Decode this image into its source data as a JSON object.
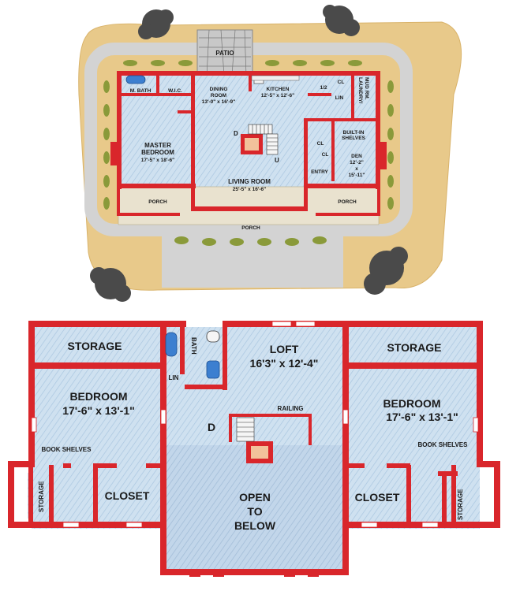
{
  "main_floor": {
    "patio": "PATIO",
    "m_bath": "M. BATH",
    "wic": "W.I.C.",
    "dining_room": "DINING",
    "dining_room_2": "ROOM",
    "dining_dims": "13'-0\" x 16'-9\"",
    "kitchen": "KITCHEN",
    "kitchen_dims": "12'-5\" x 12'-6\"",
    "half_bath": "1/2",
    "cl": "CL",
    "lin": "LIN",
    "laundry": "LAUNDRY/",
    "mud_rm": "MUD RM.",
    "built_in_shelves_1": "BUILT-IN",
    "built_in_shelves_2": "SHELVES",
    "master_bedroom_1": "MASTER",
    "master_bedroom_2": "BEDROOM",
    "master_dims": "17'-5\" x 18'-6\"",
    "stair_d": "D",
    "stair_u": "U",
    "living_room": "LIVING ROOM",
    "living_dims": "25'-5\" x 16'-6\"",
    "entry": "ENTRY",
    "den": "DEN",
    "den_dims_1": "12'-2\"",
    "den_dims_2": "x",
    "den_dims_3": "15'-11\"",
    "porch_left": "PORCH",
    "porch_right": "PORCH",
    "porch_front": "PORCH"
  },
  "upper_floor": {
    "storage_left": "STORAGE",
    "storage_right": "STORAGE",
    "bath": "BATH",
    "lin": "LIN",
    "loft": "LOFT",
    "loft_dims": "16'3\" x 12'-4\"",
    "bedroom_left": "BEDROOM",
    "bedroom_left_dims": "17'-6\" x 13'-1\"",
    "bedroom_right": "BEDROOM",
    "bedroom_right_dims": "17'-6\" x 13'-1\"",
    "railing": "RAILING",
    "stair_d": "D",
    "book_shelves_left": "BOOK SHELVES",
    "book_shelves_right": "BOOK SHELVES",
    "storage_small_left": "STORAGE",
    "storage_small_right": "STORAGE",
    "closet_left": "CLOSET",
    "closet_right": "CLOSET",
    "open_1": "OPEN",
    "open_2": "TO",
    "open_3": "BELOW"
  },
  "colors": {
    "wall": "#d9262b",
    "floor": "#c5dcef",
    "ground": "#e8c98a",
    "path": "#d0d0d0",
    "tree": "#4a4a4a",
    "shrub": "#8a9a3a"
  }
}
